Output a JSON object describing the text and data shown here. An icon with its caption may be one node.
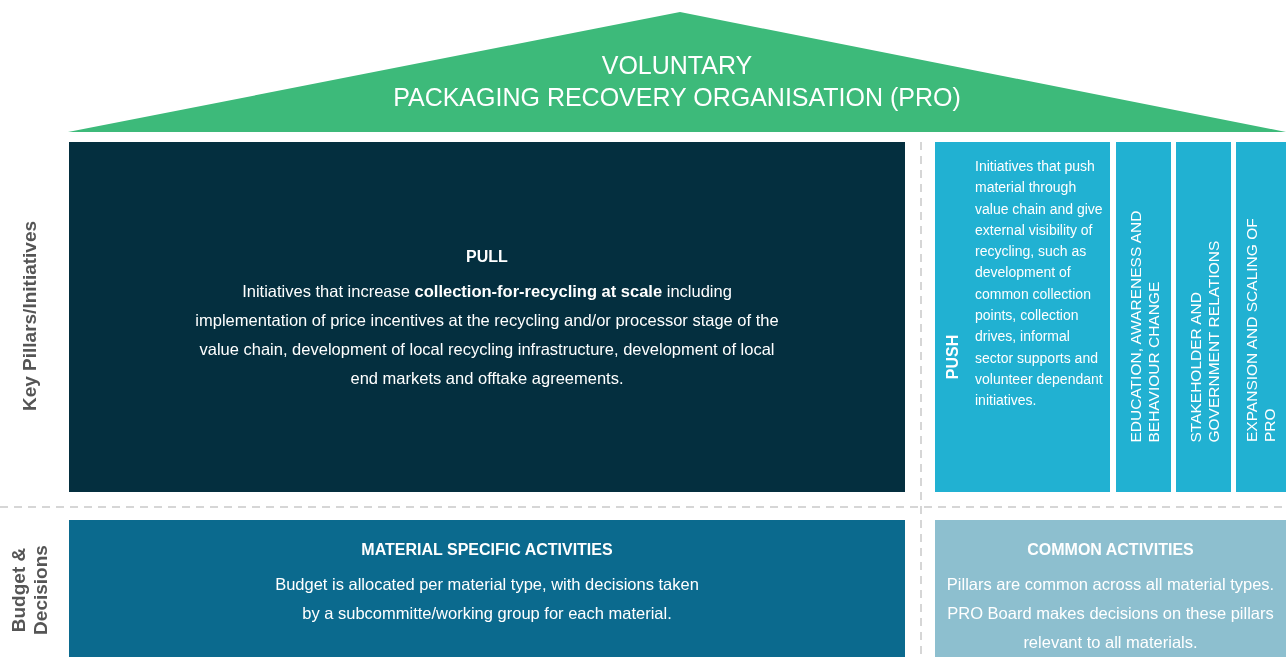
{
  "diagram": {
    "nodes": [
      {
        "text": [
          "VOLUNTARY",
          "PACKAGING RECOVERY ORGANISATION (PRO)"
        ]
      },
      {
        "text": [
          "PULL",
          "Initiatives that increase **collection-for-recycling at scale** including implementation of price incentives at the recycling and/or processor stage of the value chain, development of local recycling infrastructure, development of local end markets and offtake agreements."
        ]
      },
      {
        "text": [
          "PUSH",
          "Initiatives that push material through value chain and give external visibility of recycling, such as development of common collection points, collection drives, informal sector supports and volunteer dependant initiatives."
        ]
      },
      {
        "text": [
          "EDUCATION, AWARENESS AND BEHAVIOUR CHANGE"
        ]
      },
      {
        "text": [
          "STAKEHOLDER AND GOVERNMENT RELATIONS"
        ]
      },
      {
        "text": [
          "EXPANSION AND SCALING OF PRO"
        ]
      },
      {
        "text": [
          "MATERIAL SPECIFIC ACTIVITIES",
          "Budget is allocated per material type, with decisions taken by a subcommitte/working group for each material."
        ]
      },
      {
        "text": [
          "COMMON ACTIVITIES",
          "Pillars are common across all material types. PRO Board makes decisions on these pillars relevant to all materials."
        ]
      }
    ],
    "labels": [
      "Key Pillars/Initiatives",
      "Budget & Decisions"
    ]
  }
}
